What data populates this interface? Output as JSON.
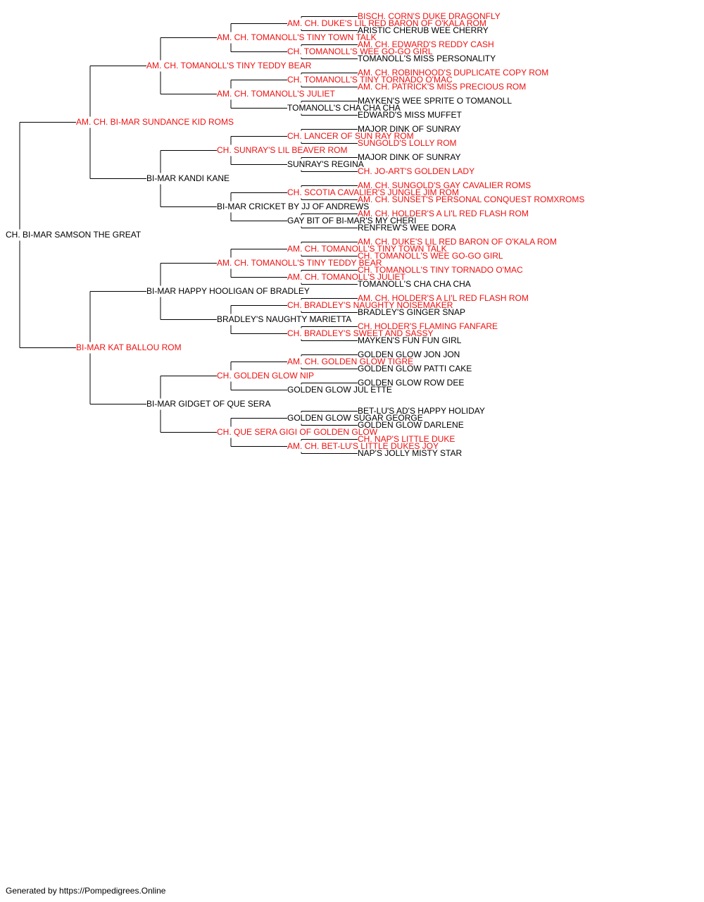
{
  "colors": {
    "champion": "#ee1111",
    "regular": "#000000",
    "line": "#000000"
  },
  "footer": "Generated by https://Pompedigrees.Online",
  "tree": {
    "name": "CH. BI-MAR SAMSON THE GREAT",
    "red": false,
    "sire": {
      "name": "AM. CH. BI-MAR SUNDANCE KID ROMS",
      "red": true,
      "sire": {
        "name": "AM. CH. TOMANOLL'S TINY TEDDY BEAR",
        "red": true,
        "sire": {
          "name": "AM. CH. TOMANOLL'S TINY TOWN TALK",
          "red": true,
          "sire": {
            "name": "AM. CH. DUKE'S LIL RED BARON OF O'KALA ROM",
            "red": true,
            "sire": {
              "name": "BISCH. CORN'S DUKE DRAGONFLY",
              "red": true
            },
            "dam": {
              "name": "ARISTIC CHERUB WEE CHERRY",
              "red": false
            }
          },
          "dam": {
            "name": "CH. TOMANOLL'S WEE GO-GO GIRL",
            "red": true,
            "sire": {
              "name": "AM. CH. EDWARD'S REDDY CASH",
              "red": true
            },
            "dam": {
              "name": "TOMANOLL'S MISS PERSONALITY",
              "red": false
            }
          }
        },
        "dam": {
          "name": "AM. CH. TOMANOLL'S JULIET",
          "red": true,
          "sire": {
            "name": "CH. TOMANOLL'S TINY TORNADO O'MAC",
            "red": true,
            "sire": {
              "name": "AM. CH. ROBINHOOD'S DUPLICATE COPY ROM",
              "red": true
            },
            "dam": {
              "name": "AM. CH. PATRICK'S MISS PRECIOUS ROM",
              "red": true
            }
          },
          "dam": {
            "name": "TOMANOLL'S CHA CHA CHA",
            "red": false,
            "sire": {
              "name": "MAYKEN'S WEE SPRITE O TOMANOLL",
              "red": false
            },
            "dam": {
              "name": "EDWARD'S MISS MUFFET",
              "red": false
            }
          }
        }
      },
      "dam": {
        "name": "BI-MAR KANDI KANE",
        "red": false,
        "sire": {
          "name": "CH. SUNRAY'S LIL BEAVER ROM",
          "red": true,
          "sire": {
            "name": "CH. LANCER OF SUN RAY ROM",
            "red": true,
            "sire": {
              "name": "MAJOR DINK OF SUNRAY",
              "red": false
            },
            "dam": {
              "name": "SUNGOLD'S LOLLY ROM",
              "red": true
            }
          },
          "dam": {
            "name": "SUNRAY'S REGINA",
            "red": false,
            "sire": {
              "name": "MAJOR DINK OF SUNRAY",
              "red": false
            },
            "dam": {
              "name": "CH. JO-ART'S GOLDEN LADY",
              "red": true
            }
          }
        },
        "dam": {
          "name": "BI-MAR CRICKET BY JJ OF ANDREWS",
          "red": false,
          "sire": {
            "name": "CH. SCOTIA CAVALIER'S JUNGLE JIM ROM",
            "red": true,
            "sire": {
              "name": "AM. CH. SUNGOLD'S GAY CAVALIER ROMS",
              "red": true
            },
            "dam": {
              "name": "AM. CH. SUNSET'S PERSONAL CONQUEST ROMXROMS",
              "red": true
            }
          },
          "dam": {
            "name": "GAY BIT OF BI-MAR'S MY CHERI",
            "red": false,
            "sire": {
              "name": "AM. CH. HOLDER'S A LI'L RED FLASH ROM",
              "red": true
            },
            "dam": {
              "name": "RENFREW'S WEE DORA",
              "red": false
            }
          }
        }
      }
    },
    "dam": {
      "name": "BI-MAR KAT BALLOU ROM",
      "red": true,
      "sire": {
        "name": "BI-MAR HAPPY HOOLIGAN OF BRADLEY",
        "red": false,
        "sire": {
          "name": "AM. CH. TOMANOLL'S TINY TEDDY BEAR",
          "red": true,
          "sire": {
            "name": "AM. CH. TOMANOLL'S TINY TOWN TALK",
            "red": true,
            "sire": {
              "name": "AM. CH. DUKE'S LIL RED BARON OF O'KALA ROM",
              "red": true
            },
            "dam": {
              "name": "CH. TOMANOLL'S WEE GO-GO GIRL",
              "red": true
            }
          },
          "dam": {
            "name": "AM. CH. TOMANOLL'S JULIET",
            "red": true,
            "sire": {
              "name": "CH. TOMANOLL'S TINY TORNADO O'MAC",
              "red": true
            },
            "dam": {
              "name": "TOMANOLL'S CHA CHA CHA",
              "red": false
            }
          }
        },
        "dam": {
          "name": "BRADLEY'S NAUGHTY MARIETTA",
          "red": false,
          "sire": {
            "name": "CH. BRADLEY'S NAUGHTY NOISEMAKER",
            "red": true,
            "sire": {
              "name": "AM. CH. HOLDER'S A LI'L RED FLASH ROM",
              "red": true
            },
            "dam": {
              "name": "BRADLEY'S GINGER SNAP",
              "red": false
            }
          },
          "dam": {
            "name": "CH. BRADLEY'S SWEET AND SASSY",
            "red": true,
            "sire": {
              "name": "CH. HOLDER'S FLAMING FANFARE",
              "red": true
            },
            "dam": {
              "name": "MAYKEN'S FUN FUN GIRL",
              "red": false
            }
          }
        }
      },
      "dam": {
        "name": "BI-MAR GIDGET OF QUE SERA",
        "red": false,
        "sire": {
          "name": "CH. GOLDEN GLOW NIP",
          "red": true,
          "sire": {
            "name": "AM. CH. GOLDEN GLOW TIGRE",
            "red": true,
            "sire": {
              "name": "GOLDEN GLOW JON JON",
              "red": false
            },
            "dam": {
              "name": "GOLDEN GLOW PATTI CAKE",
              "red": false
            }
          },
          "dam": {
            "name": "GOLDEN GLOW JUL ETTE",
            "red": false,
            "sire": {
              "name": "GOLDEN GLOW ROW DEE",
              "red": false
            }
          }
        },
        "dam": {
          "name": "CH. QUE SERA GIGI OF GOLDEN GLOW",
          "red": true,
          "sire": {
            "name": "GOLDEN GLOW SUGAR GEORGE",
            "red": false,
            "sire": {
              "name": "BET-LU'S AD'S HAPPY HOLIDAY",
              "red": false
            },
            "dam": {
              "name": "GOLDEN GLOW DARLENE",
              "red": false
            }
          },
          "dam": {
            "name": "AM. CH. BET-LU'S LITTLE DUKES JOY",
            "red": true,
            "sire": {
              "name": "CH. NAP'S LITTLE DUKE",
              "red": true
            },
            "dam": {
              "name": "NAP'S JOLLY MISTY STAR",
              "red": false
            }
          }
        }
      }
    }
  }
}
